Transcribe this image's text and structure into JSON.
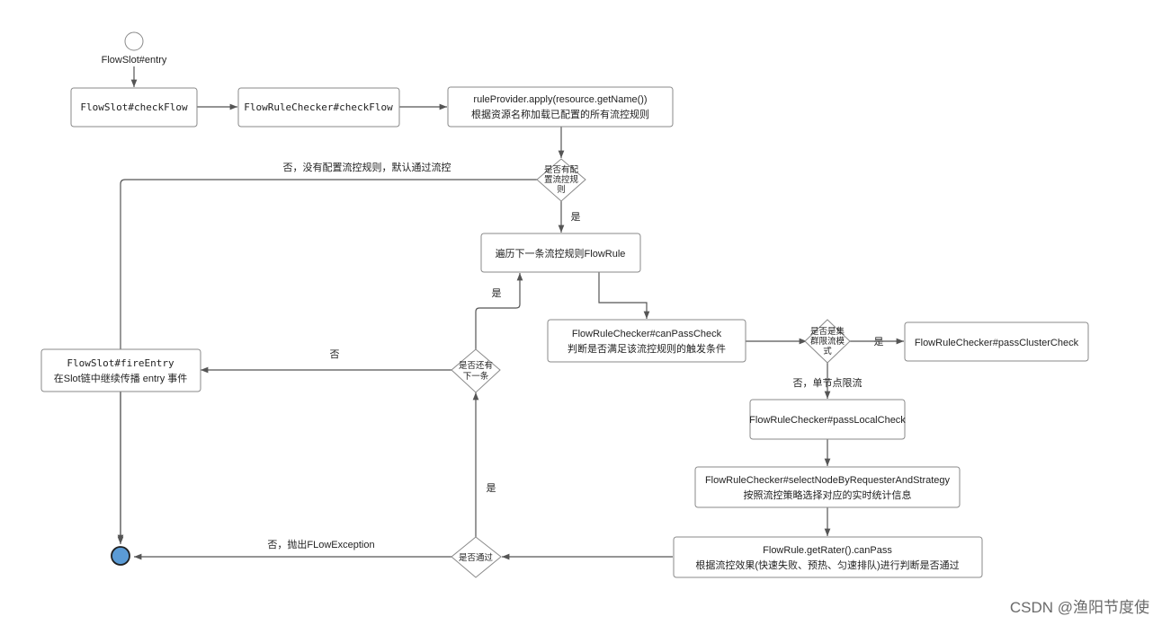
{
  "nodes": {
    "start": {
      "label": "FlowSlot#entry"
    },
    "check_flow": {
      "label": "FlowSlot#checkFlow"
    },
    "checker_check_flow": {
      "label": "FlowRuleChecker#checkFlow"
    },
    "load_rules": {
      "line1": "ruleProvider.apply(resource.getName())",
      "line2": "根据资源名称加载已配置的所有流控规则"
    },
    "has_rules": {
      "line1": "是否有配",
      "line2": "置流控规",
      "line3": "则"
    },
    "iterate": {
      "label": "遍历下一条流控规则FlowRule"
    },
    "can_pass_check": {
      "line1": "FlowRuleChecker#canPassCheck",
      "line2": "判断是否满足该流控规则的触发条件"
    },
    "is_cluster": {
      "line1": "是否是集",
      "line2": "群限流模",
      "line3": "式"
    },
    "pass_cluster": {
      "label": "FlowRuleChecker#passClusterCheck"
    },
    "fire_entry": {
      "line1": "FlowSlot#fireEntry",
      "line2": "在Slot链中继续传播 entry 事件"
    },
    "has_next": {
      "line1": "是否还有",
      "line2": "下一条"
    },
    "pass_local": {
      "label": "FlowRuleChecker#passLocalCheck"
    },
    "select_node": {
      "line1": "FlowRuleChecker#selectNodeByRequesterAndStrategy",
      "line2": "按照流控策略选择对应的实时统计信息"
    },
    "can_pass": {
      "line1": "FlowRule.getRater().canPass",
      "line2": "根据流控效果(快速失败、预热、匀速排队)进行判断是否通过"
    },
    "is_pass": {
      "label": "是否通过"
    }
  },
  "edge_labels": {
    "no_rules": "否，没有配置流控规则，默认通过流控",
    "has_rules_yes": "是",
    "next_yes": "是",
    "next_no": "否",
    "cluster_yes": "是",
    "single_node": "否，单节点限流",
    "pass_yes": "是",
    "throw": "否，抛出FLowException"
  },
  "watermark": "CSDN @渔阳节度使",
  "colors": {
    "end_fill": "#5b9bd5",
    "stroke": "#8a8a8a",
    "edge": "#555555"
  }
}
